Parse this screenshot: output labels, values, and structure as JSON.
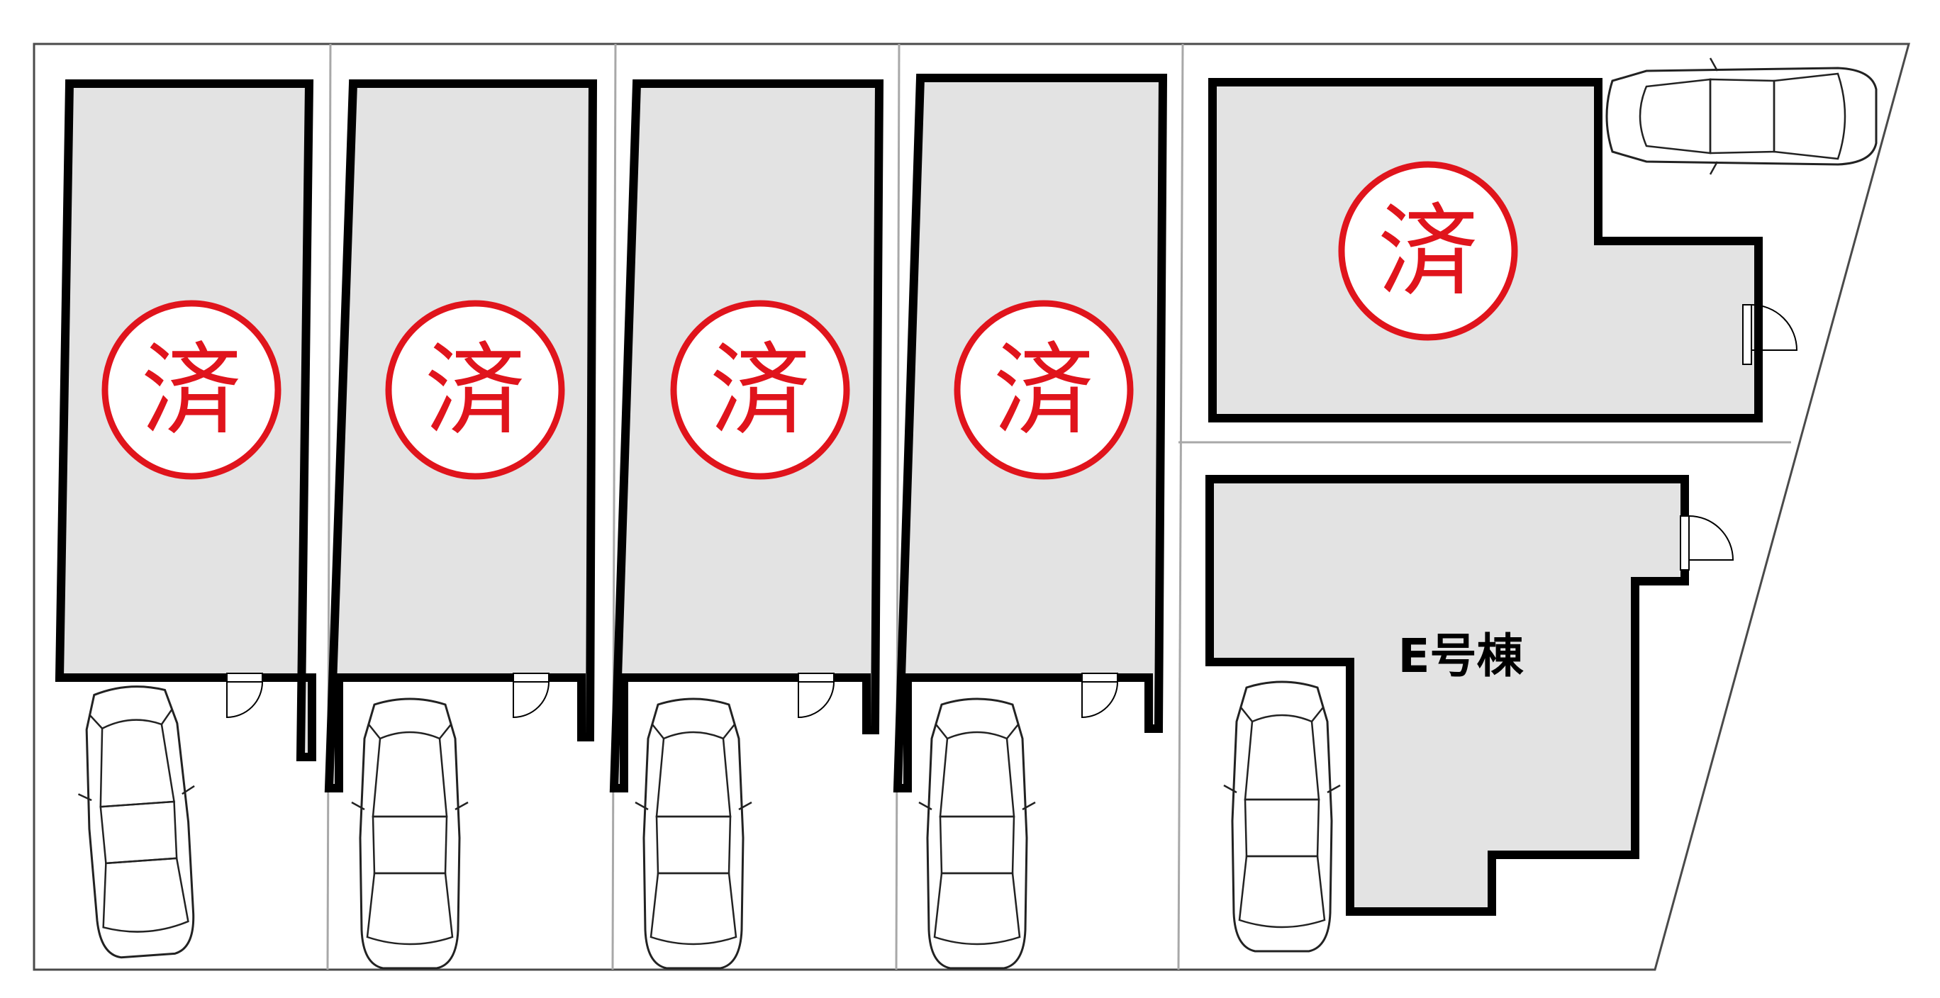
{
  "site_plan": {
    "sold_mark": "済",
    "units": [
      {
        "id": "lot-a",
        "status": "sold"
      },
      {
        "id": "lot-b",
        "status": "sold"
      },
      {
        "id": "lot-c",
        "status": "sold"
      },
      {
        "id": "lot-d",
        "status": "sold"
      },
      {
        "id": "lot-f",
        "status": "sold"
      },
      {
        "id": "lot-e",
        "status": "available",
        "label": "E号棟"
      }
    ],
    "colors": {
      "building_fill": "#e3e3e3",
      "sold_stamp": "#e0141c",
      "outline": "#000000"
    },
    "icons": [
      "car-icon",
      "door-icon",
      "sold-stamp-icon"
    ]
  }
}
